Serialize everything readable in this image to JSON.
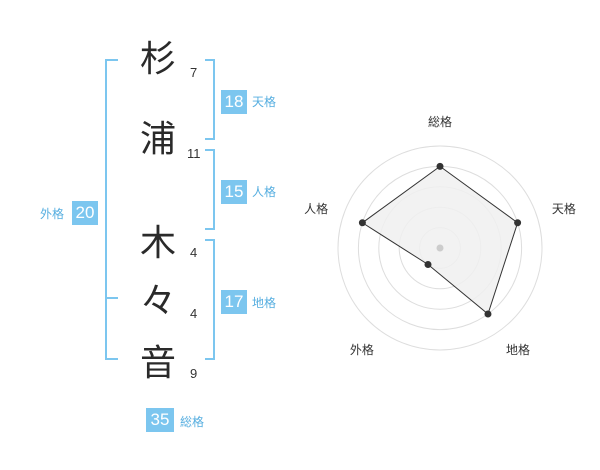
{
  "name": {
    "characters": [
      {
        "char": "杉",
        "strokes": "7"
      },
      {
        "char": "浦",
        "strokes": "11"
      },
      {
        "char": "木",
        "strokes": "4"
      },
      {
        "char": "々",
        "strokes": "4"
      },
      {
        "char": "音",
        "strokes": "9"
      }
    ]
  },
  "fortunes": {
    "tenkaku": {
      "value": "18",
      "label": "天格"
    },
    "jinkaku": {
      "value": "15",
      "label": "人格"
    },
    "chikaku": {
      "value": "17",
      "label": "地格"
    },
    "gaikaku": {
      "value": "20",
      "label": "外格"
    },
    "soukaku": {
      "value": "35",
      "label": "総格"
    }
  },
  "radar": {
    "axes": [
      "総格",
      "天格",
      "地格",
      "外格",
      "人格"
    ],
    "values": [
      4,
      4,
      4,
      1,
      4
    ],
    "max": 5,
    "line_color": "#333333",
    "fill_color": "#f0f0f0",
    "ring_color": "#dddddd"
  }
}
